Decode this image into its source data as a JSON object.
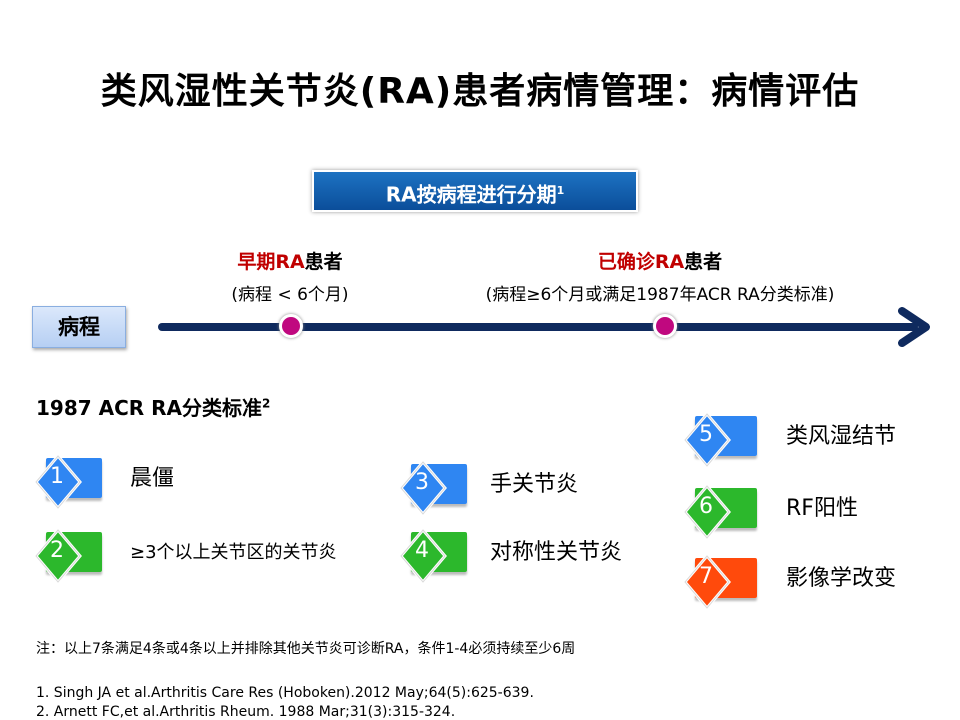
{
  "title": "类风湿性关节炎(RA)患者病情管理：病情评估",
  "stage_box": {
    "label": "RA按病程进行分期",
    "sup": "1"
  },
  "timeline": {
    "course_label": "病程",
    "early": {
      "red": "早期RA",
      "black": "患者",
      "sub": "(病程 < 6个月)"
    },
    "established": {
      "red": "已确诊RA",
      "black": "患者",
      "sub": "(病程≥6个月或满足1987年ACR RA分类标准)"
    }
  },
  "criteria": {
    "title": "1987 ACR RA分类标准",
    "sup": "2",
    "items": [
      {
        "num": "1",
        "label": "晨僵",
        "color": "#2f86f2"
      },
      {
        "num": "2",
        "label": "≥3个以上关节区的关节炎",
        "color": "#2cb82c"
      },
      {
        "num": "3",
        "label": "手关节炎",
        "color": "#2f86f2"
      },
      {
        "num": "4",
        "label": "对称性关节炎",
        "color": "#2cb82c"
      },
      {
        "num": "5",
        "label": "类风湿结节",
        "color": "#2f86f2"
      },
      {
        "num": "6",
        "label": "RF阳性",
        "color": "#2cb82c"
      },
      {
        "num": "7",
        "label": "影像学改变",
        "color": "#ff4a0c"
      }
    ]
  },
  "note": "注：以上7条满足4条或4条以上并排除其他关节炎可诊断RA，条件1-4必须持续至少6周",
  "references": [
    "1. Singh JA et al.Arthritis Care Res (Hoboken).2012 May;64(5):625-639.",
    "2. Arnett FC,et al.Arthritis Rheum. 1988 Mar;31(3):315-324."
  ]
}
